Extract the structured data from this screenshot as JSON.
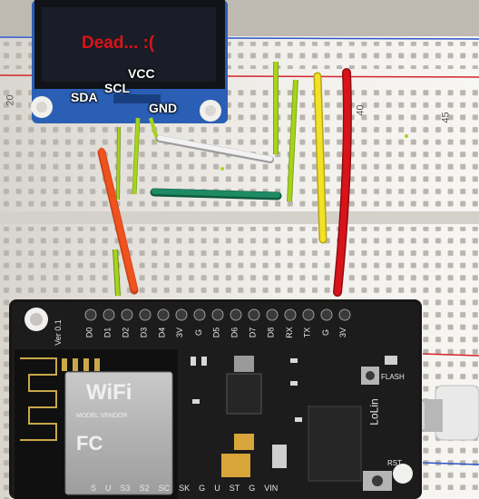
{
  "annotations": {
    "status": "Dead... :(",
    "sda": "SDA",
    "scl": "SCL",
    "vcc": "VCC",
    "gnd": "GND"
  },
  "breadboard": {
    "column_numbers": [
      "20",
      "40",
      "45"
    ]
  },
  "oled_module": {
    "header_pins": [
      "GND",
      "VCC",
      "SCL",
      "SDA"
    ]
  },
  "nodemcu": {
    "top_pins": [
      "D0",
      "D1",
      "D2",
      "D3",
      "D4",
      "3V",
      "G",
      "D5",
      "D6",
      "D7",
      "D8",
      "RX",
      "TX",
      "G",
      "3V"
    ],
    "board_side_text": "Ver 0.1",
    "button_flash": "FLASH",
    "button_reset": "RST",
    "module_brand": "WiFi",
    "module_marks": "FC",
    "module_text": "MODEL VENDOR",
    "brand": "LoLin",
    "bottom_pins": [
      "S",
      "U",
      "S3",
      "S2",
      "SC",
      "SK",
      "G",
      "U",
      "ST",
      "G",
      "VIN"
    ]
  },
  "wire_colors": {
    "orange": "#f0521e",
    "lime": "#a7d41b",
    "white": "#f2f2f2",
    "teal": "#1d8a64",
    "yellow": "#f2e227",
    "red": "#d8141a"
  }
}
